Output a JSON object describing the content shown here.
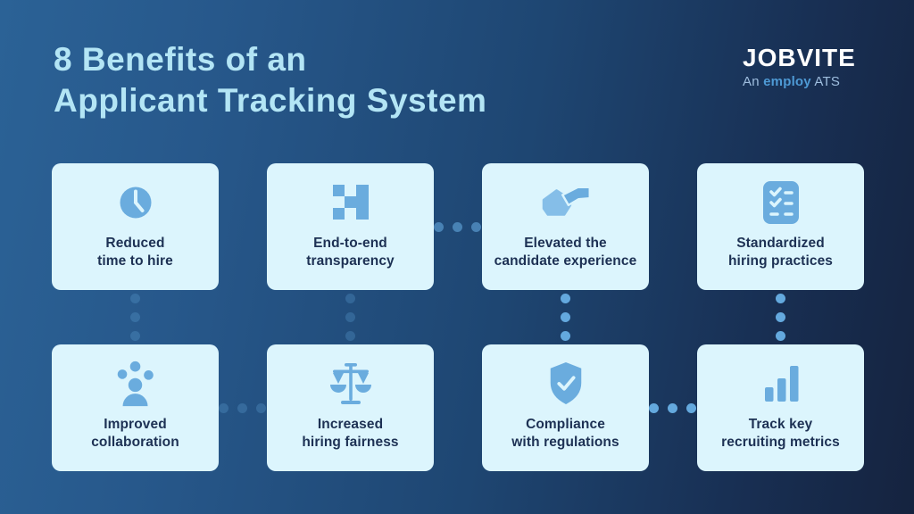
{
  "title": {
    "text": "8 Benefits of an\nApplicant Tracking System"
  },
  "logo": {
    "brand": "JOBVITE",
    "tagline_an": "An",
    "tagline_employ": "employ",
    "tagline_ats": "ATS"
  },
  "cards": [
    {
      "label": "Reduced\ntime to hire",
      "icon": "clock-icon"
    },
    {
      "label": "End-to-end\ntransparency",
      "icon": "pixel-blocks-icon"
    },
    {
      "label": "Elevated the\ncandidate experience",
      "icon": "handshake-icon"
    },
    {
      "label": "Standardized\nhiring practices",
      "icon": "checklist-icon"
    },
    {
      "label": "Improved\ncollaboration",
      "icon": "person-network-icon"
    },
    {
      "label": "Increased\nhiring fairness",
      "icon": "balance-scale-icon"
    },
    {
      "label": "Compliance\nwith regulations",
      "icon": "shield-check-icon"
    },
    {
      "label": "Track key\nrecruiting metrics",
      "icon": "bar-chart-icon"
    }
  ],
  "connectors": [
    {
      "from": "End-to-end transparency",
      "to": "Elevated the candidate experience",
      "direction": "horizontal",
      "style": "medium"
    },
    {
      "from": "Reduced time to hire",
      "to": "Improved collaboration",
      "direction": "vertical",
      "style": "muted"
    },
    {
      "from": "End-to-end transparency",
      "to": "Increased hiring fairness",
      "direction": "vertical",
      "style": "muted"
    },
    {
      "from": "Elevated the candidate experience",
      "to": "Compliance with regulations",
      "direction": "vertical",
      "style": "bright"
    },
    {
      "from": "Standardized hiring practices",
      "to": "Track key recruiting metrics",
      "direction": "vertical",
      "style": "bright"
    },
    {
      "from": "Improved collaboration",
      "to": "Increased hiring fairness",
      "direction": "horizontal",
      "style": "muted"
    },
    {
      "from": "Compliance with regulations",
      "to": "Track key recruiting metrics",
      "direction": "horizontal",
      "style": "bright"
    }
  ],
  "colors": {
    "bg_start": "#2B6296",
    "bg_end": "#15233F",
    "card_bg": "#DCF5FD",
    "icon_blue": "#6AACDE",
    "icon_blue_light": "#85BEE8",
    "title_blue": "#B3E5F5",
    "text_navy": "#1D3154",
    "brand_white": "#FFFFFF",
    "tagline_light": "#9FBEDF",
    "employ_blue": "#4E9AD5",
    "dot_blue": "#64A9DE"
  }
}
